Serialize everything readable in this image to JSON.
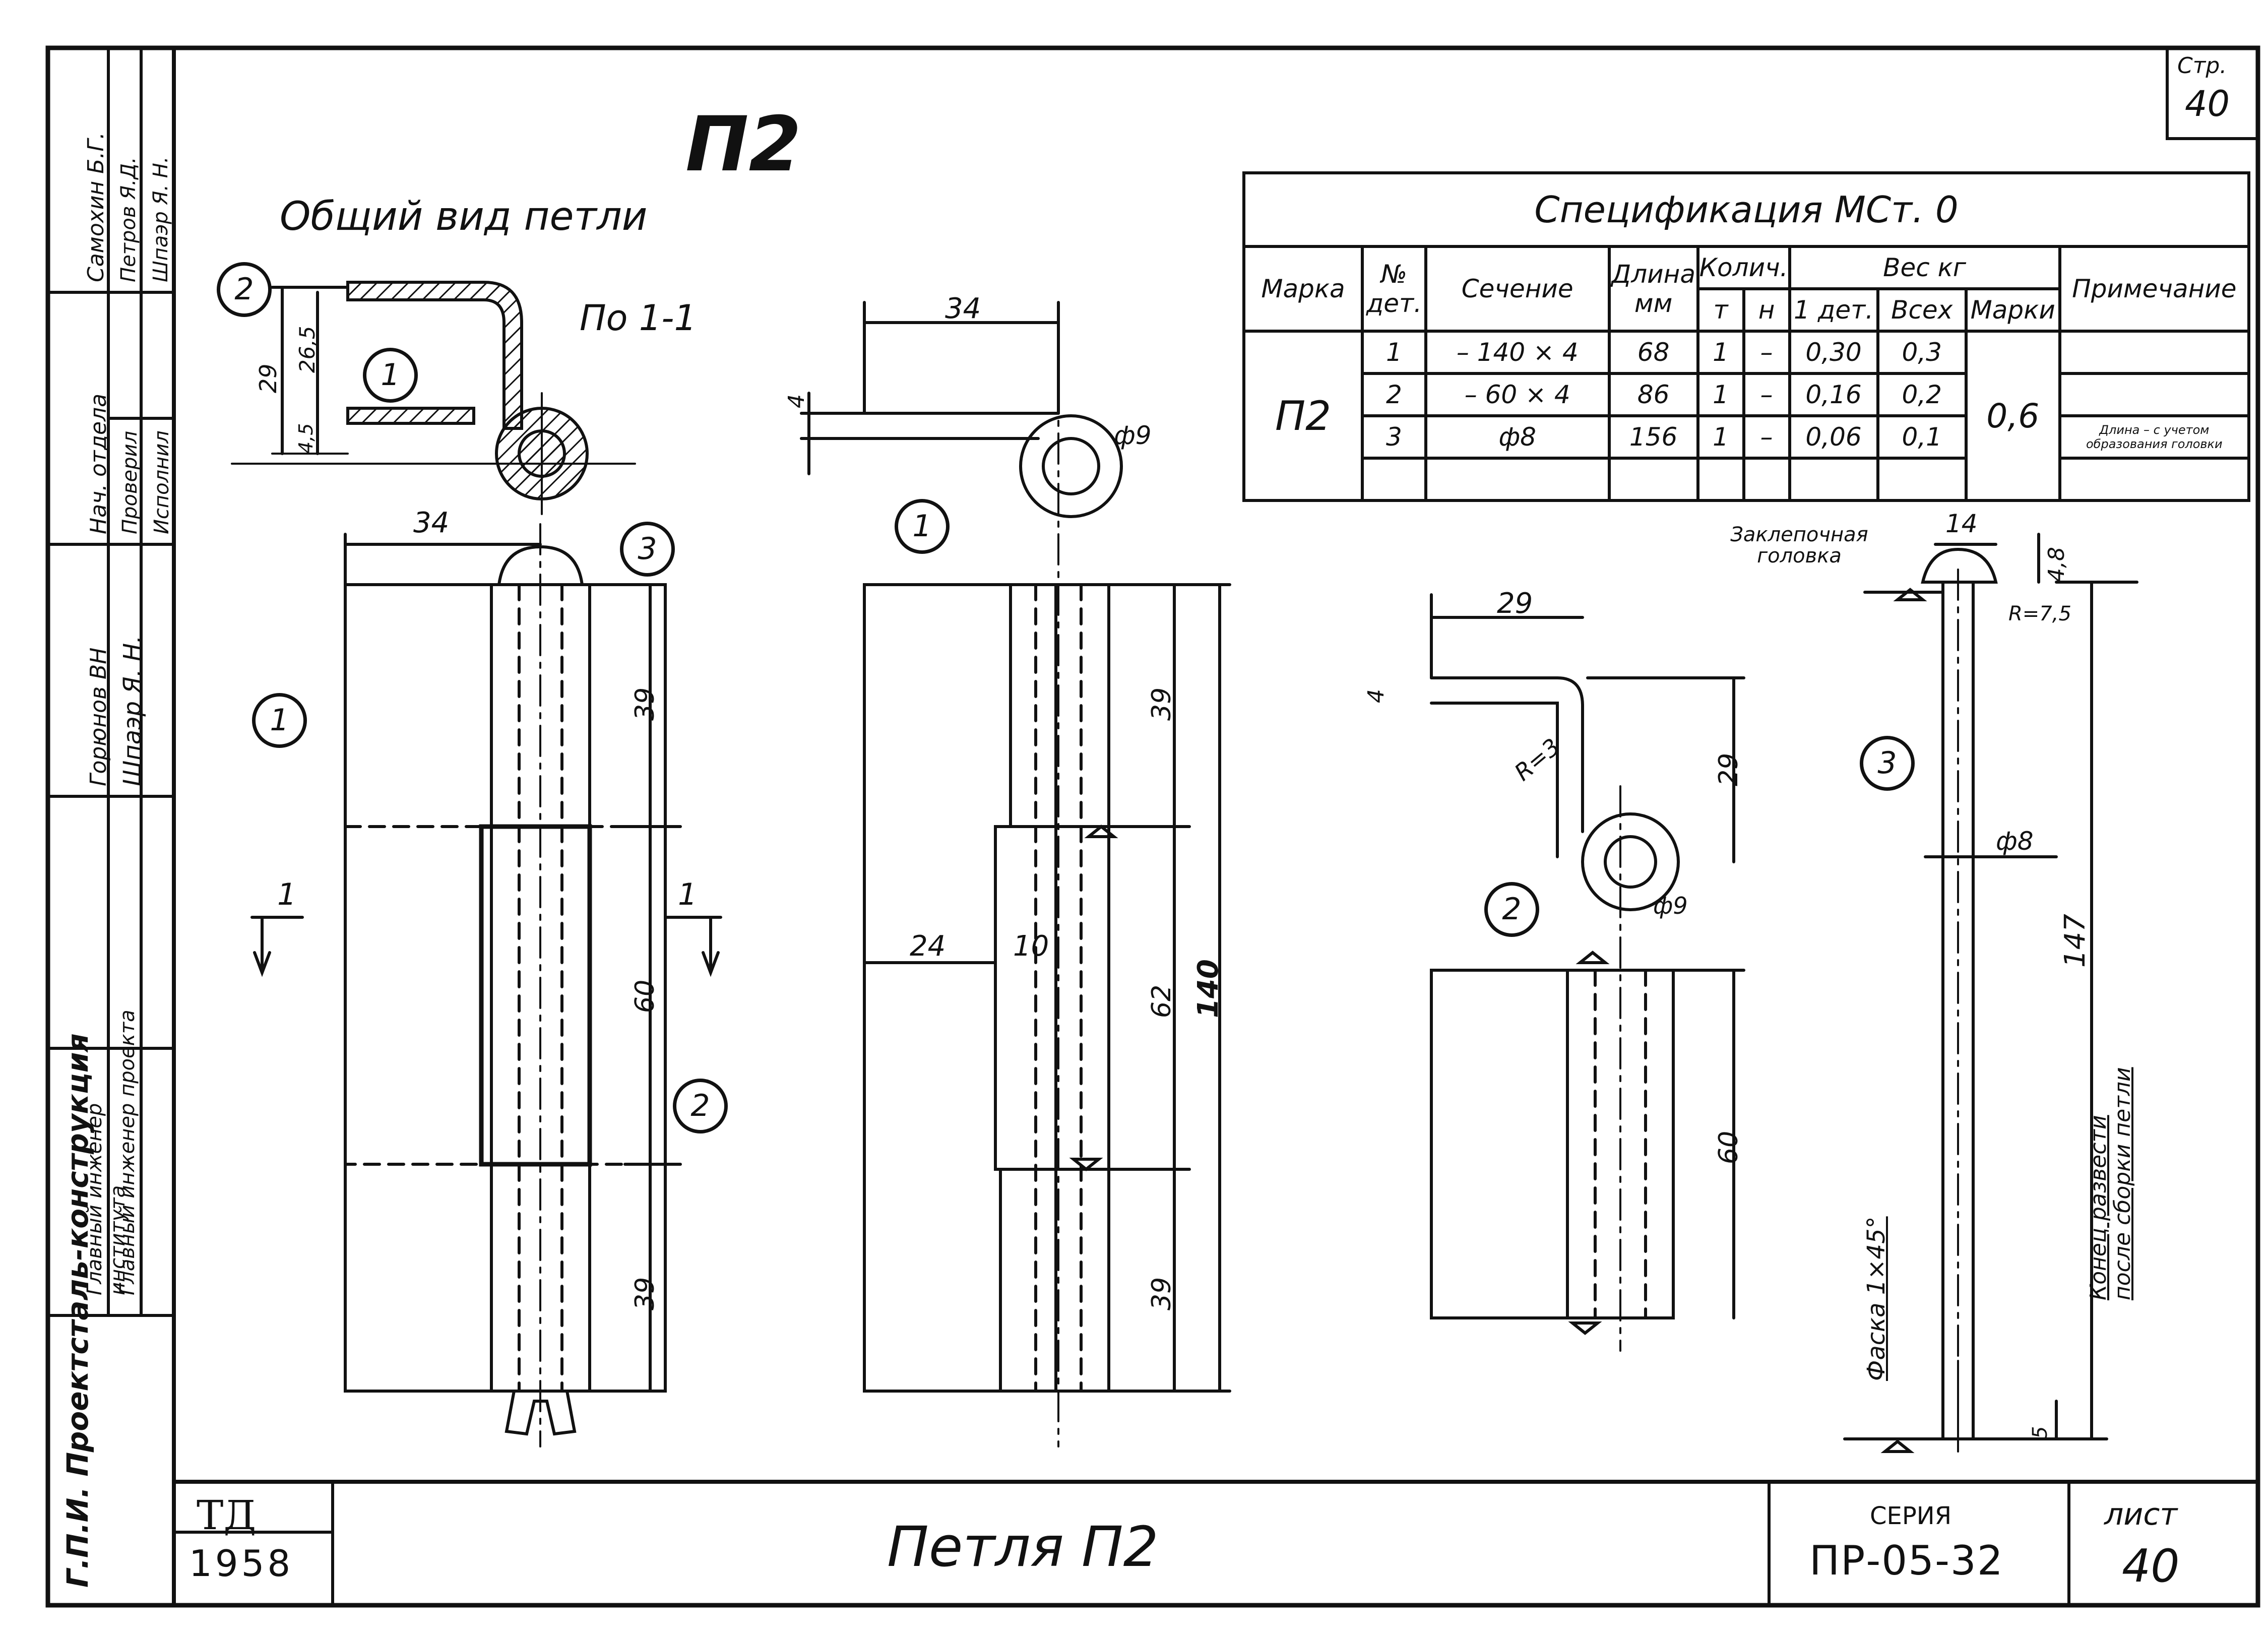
{
  "sheet_label": "Стр.",
  "sheet_no_top": "40",
  "title_mark": "П2",
  "general_view_title": "Общий вид петли",
  "section_label": "По 1-1",
  "spec": {
    "title": "Спецификация   МСт. 0",
    "h_mark": "Марка",
    "h_det": "№ дет.",
    "h_section": "Сечение",
    "h_length": "Длина мм",
    "h_qty": "Колич.",
    "h_qty_t": "т",
    "h_qty_n": "н",
    "h_weight": "Вес  кг",
    "h_w_det": "1 дет.",
    "h_w_all": "Всех",
    "h_w_mark": "Марки",
    "h_note": "Примечание",
    "mark": "П2",
    "mark_weight": "0,6",
    "rows": [
      {
        "no": "1",
        "section": "– 140 × 4",
        "length": "68",
        "t": "1",
        "n": "–",
        "w1": "0,30",
        "wa": "0,3"
      },
      {
        "no": "2",
        "section": "– 60 × 4",
        "length": "86",
        "t": "1",
        "n": "–",
        "w1": "0,16",
        "wa": "0,2"
      },
      {
        "no": "3",
        "section": "ф8",
        "length": "156",
        "t": "1",
        "n": "–",
        "w1": "0,06",
        "wa": "0,1"
      }
    ],
    "note_row3": "Длина – с учетом образования головки"
  },
  "rivet_label": "Заклепочная головка",
  "dims": {
    "d34a": "34",
    "d29a": "29",
    "d265": "26,5",
    "d45": "4,5",
    "d34b": "34",
    "d39a": "39",
    "d60a": "60",
    "d39b": "39",
    "d34c": "34",
    "d4a": "4",
    "phi9a": "ф9",
    "d39c": "39",
    "d62": "62",
    "d140": "140",
    "d24": "24",
    "d10": "10",
    "d39d": "39",
    "d29b": "29",
    "d4b": "4",
    "d29c": "29",
    "r3": "R=3",
    "phi9b": "ф9",
    "d60b": "60",
    "d14": "14",
    "d48": "4,8",
    "r75": "R=7,5",
    "phi8": "ф8",
    "d147": "147",
    "d5": "5"
  },
  "callouts": [
    "1",
    "2",
    "3"
  ],
  "chamfer_label": "Фаска 1×45°",
  "end_note": "Конец развести после сборки петли",
  "section_mark": "1",
  "stamp": {
    "side_rows": [
      [
        "Главный инженер института",
        "Горюнов ВН",
        "Нач. отдела",
        "Самохин Б.Г."
      ],
      [
        "Главный инженер проекта",
        "Шпаэр Я. Н.",
        "Проверил",
        "Петров Я.Д."
      ],
      [
        "",
        "",
        "Исполнил",
        "Шпаэр Я. Н."
      ]
    ],
    "org": "Г.П.И. Проектсталь-конструкция",
    "td": "ТД",
    "year": "1958",
    "caption": "Петля  П2",
    "series_label": "СЕРИЯ",
    "series": "ПР-05-32",
    "sheet_label": "лист",
    "sheet": "40"
  }
}
